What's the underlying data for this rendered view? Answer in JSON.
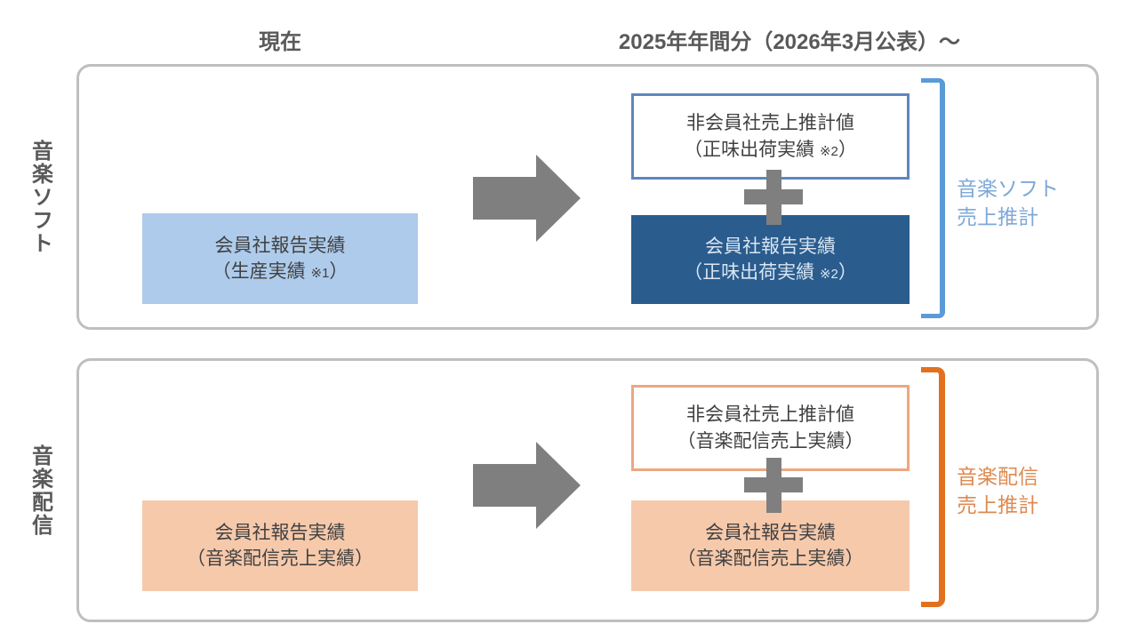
{
  "header": {
    "current_label": "現在",
    "future_label": "2025年年間分（2026年3月公表）～"
  },
  "groups": [
    {
      "side_label": "音楽ソフト",
      "current_box": {
        "line1": "会員社報告実績",
        "line2_pre": "（生産実績 ",
        "line2_note": "※1",
        "line2_post": "）"
      },
      "nonmember_box": {
        "line1": "非会員社売上推計値",
        "line2_pre": "（正味出荷実績 ",
        "line2_note": "※2",
        "line2_post": "）"
      },
      "member_box": {
        "line1": "会員社報告実績",
        "line2_pre": "（正味出荷実績 ",
        "line2_note": "※2",
        "line2_post": "）"
      },
      "estimate_label": {
        "line1": "音楽ソフト",
        "line2": "売上推計"
      }
    },
    {
      "side_label": "音楽配信",
      "current_box": {
        "line1": "会員社報告実績",
        "line2_pre": "（音楽配信売上実績）",
        "line2_note": "",
        "line2_post": ""
      },
      "nonmember_box": {
        "line1": "非会員社売上推計値",
        "line2_pre": "（音楽配信売上実績）",
        "line2_note": "",
        "line2_post": ""
      },
      "member_box": {
        "line1": "会員社報告実績",
        "line2_pre": "（音楽配信売上実績）",
        "line2_note": "",
        "line2_post": ""
      },
      "estimate_label": {
        "line1": "音楽配信",
        "line2": "売上推計"
      }
    }
  ],
  "colors": {
    "soft_current_fill": "#AECBEB",
    "soft_member_fill": "#2A5C8E",
    "soft_member_text": "#D9E6F2",
    "soft_nonmember_border": "#5E86BE",
    "soft_bracket": "#5B9BD5",
    "soft_estimate_text": "#7FA8D9",
    "dist_current_fill": "#F6C9AB",
    "dist_nonmember_border": "#EDA77E",
    "dist_bracket": "#E2711F",
    "dist_estimate_text": "#DE8A51",
    "arrow_gray": "#7F7F7F",
    "panel_border_gray": "#BFBFBF",
    "heading_text": "#595959",
    "body_text": "#404040"
  }
}
